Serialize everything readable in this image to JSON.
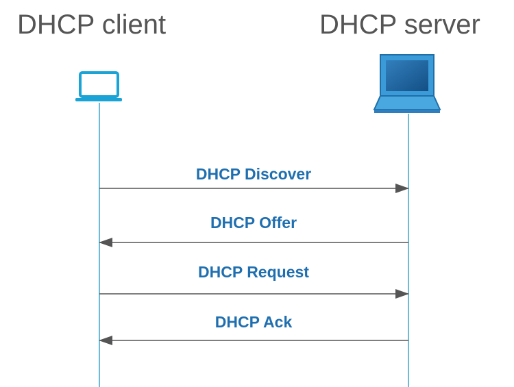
{
  "actors": {
    "client": {
      "label": "DHCP client",
      "icon": "laptop-outline-icon"
    },
    "server": {
      "label": "DHCP server",
      "icon": "laptop-filled-icon"
    }
  },
  "messages": [
    {
      "label": "DHCP Discover",
      "from": "client",
      "to": "server"
    },
    {
      "label": "DHCP Offer",
      "from": "server",
      "to": "client"
    },
    {
      "label": "DHCP Request",
      "from": "client",
      "to": "server"
    },
    {
      "label": "DHCP Ack",
      "from": "server",
      "to": "client"
    }
  ],
  "colors": {
    "lifeline": "#3aa6c8",
    "arrow": "#555555",
    "message_text": "#1f6fb0",
    "actor_text": "#555555",
    "client_icon": "#1aa3d6",
    "server_icon_fill": "#2f8fd0",
    "server_icon_screen": "#1a5f9a"
  }
}
